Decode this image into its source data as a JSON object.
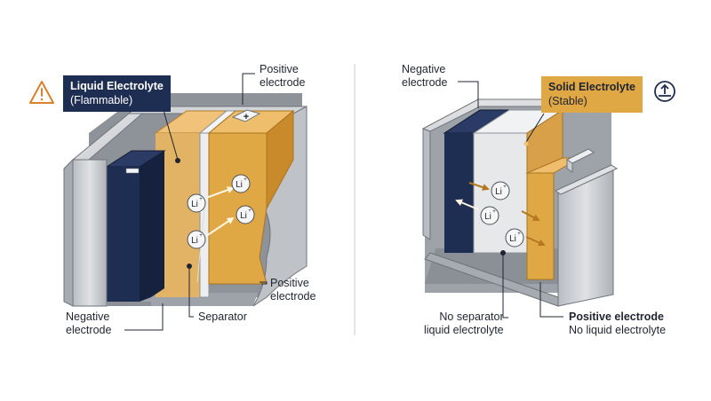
{
  "left": {
    "callout_title": "Liquid Electrolyte",
    "callout_subtitle": "(Flammable)",
    "positive_top": [
      "Positive",
      "electrode"
    ],
    "positive_side": [
      "Positive",
      "electrode"
    ],
    "negative": [
      "Negative",
      "electrode"
    ],
    "separator": "Separator",
    "ion_label": "Li",
    "ion_charge": "+",
    "terminal_minus": "−",
    "terminal_plus": "+"
  },
  "right": {
    "callout_title": "Solid Electrolyte",
    "callout_subtitle": "(Stable)",
    "negative": [
      "Negative",
      "electrode"
    ],
    "no_separator": [
      "No separator",
      "liquid electrolyte"
    ],
    "positive": [
      "Positive electrode",
      "No liquid electrolyte"
    ],
    "ion_label": "Li",
    "ion_charge": "+"
  },
  "colors": {
    "navy": "#1e2d52",
    "orange": "#e0a745",
    "orange_dark": "#c98a2b",
    "steel": "#c9ccd1",
    "steel_dark": "#9ea3aa",
    "gray_light": "#e6e8ea",
    "warning": "#d9822b"
  },
  "icons": {
    "warning": "warning-triangle-icon",
    "stable": "stable-ground-icon"
  }
}
